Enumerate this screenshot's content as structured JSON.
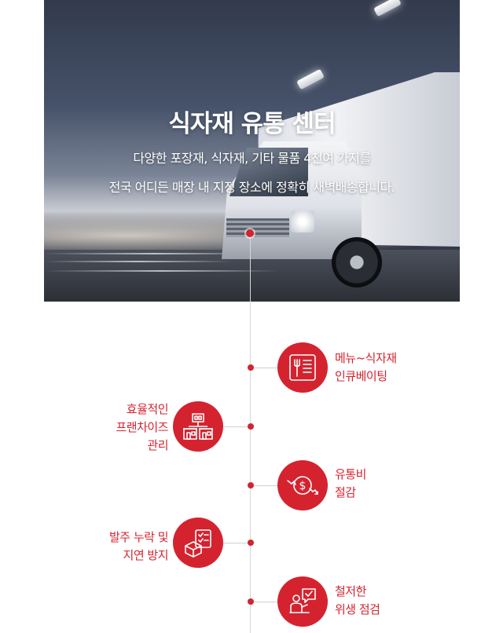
{
  "hero": {
    "title": "식자재 유통 센터",
    "line1": "다양한 포장재, 식자재, 기타 물품 4천여 가지를",
    "line2": "전국 어디든 매장 내 지정 장소에 정확히 새벽배송합니다."
  },
  "features": [
    {
      "icon": "menu-board-icon",
      "lines": [
        "메뉴~식자재",
        "인큐베이팅"
      ],
      "side": "right"
    },
    {
      "icon": "franchise-stores-icon",
      "lines": [
        "효율적인",
        "프랜차이즈",
        "관리"
      ],
      "side": "left"
    },
    {
      "icon": "cost-savings-icon",
      "lines": [
        "유통비",
        "절감"
      ],
      "side": "right"
    },
    {
      "icon": "order-checklist-icon",
      "lines": [
        "발주 누락 및",
        "지연 방지"
      ],
      "side": "left"
    },
    {
      "icon": "hygiene-inspection-icon",
      "lines": [
        "철저한",
        "위생 점검"
      ],
      "side": "right"
    }
  ],
  "colors": {
    "accent": "#d4232f",
    "line": "#d7d7d7"
  }
}
